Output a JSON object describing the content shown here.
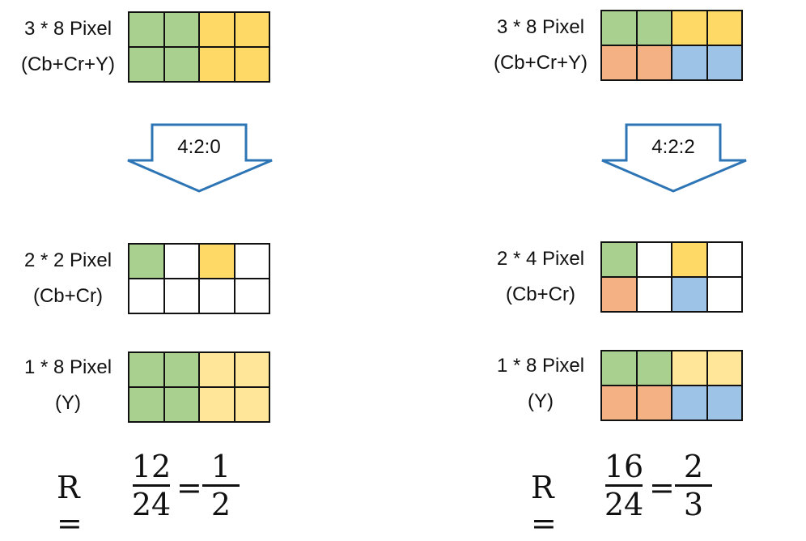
{
  "colors": {
    "green": "#a9d08e",
    "yellow": "#ffd966",
    "light_yellow": "#ffe699",
    "orange": "#f4b183",
    "blue": "#9dc3e6",
    "empty": "#ffffff",
    "arrow_stroke": "#2e75b6"
  },
  "panels": [
    {
      "id": "left",
      "source": {
        "label_line1": "3 * 8 Pixel",
        "label_line2": "(Cb+Cr+Y)",
        "cells": [
          "green",
          "green",
          "yellow",
          "yellow",
          "green",
          "green",
          "yellow",
          "yellow"
        ]
      },
      "arrow_label": "4:2:0",
      "chroma": {
        "label_line1": "2 * 2 Pixel",
        "label_line2": "(Cb+Cr)",
        "cells": [
          "green",
          "empty",
          "yellow",
          "empty",
          "empty",
          "empty",
          "empty",
          "empty"
        ]
      },
      "luma": {
        "label_line1": "1 * 8 Pixel",
        "label_line2": "(Y)",
        "cells": [
          "green",
          "green",
          "light_yellow",
          "light_yellow",
          "green",
          "green",
          "light_yellow",
          "light_yellow"
        ]
      },
      "formula": {
        "lhs": "R =",
        "frac1_num": "12",
        "frac1_den": "24",
        "equals": "=",
        "frac2_num": "1",
        "frac2_den": "2"
      }
    },
    {
      "id": "right",
      "source": {
        "label_line1": "3 * 8 Pixel",
        "label_line2": "(Cb+Cr+Y)",
        "cells": [
          "green",
          "green",
          "yellow",
          "yellow",
          "orange",
          "orange",
          "blue",
          "blue"
        ]
      },
      "arrow_label": "4:2:2",
      "chroma": {
        "label_line1": "2 * 4 Pixel",
        "label_line2": "(Cb+Cr)",
        "cells": [
          "green",
          "empty",
          "yellow",
          "empty",
          "orange",
          "empty",
          "blue",
          "empty"
        ]
      },
      "luma": {
        "label_line1": "1 * 8 Pixel",
        "label_line2": "(Y)",
        "cells": [
          "green",
          "green",
          "light_yellow",
          "light_yellow",
          "orange",
          "orange",
          "blue",
          "blue"
        ]
      },
      "formula": {
        "lhs": "R =",
        "frac1_num": "16",
        "frac1_den": "24",
        "equals": "=",
        "frac2_num": "2",
        "frac2_den": "3"
      }
    }
  ]
}
